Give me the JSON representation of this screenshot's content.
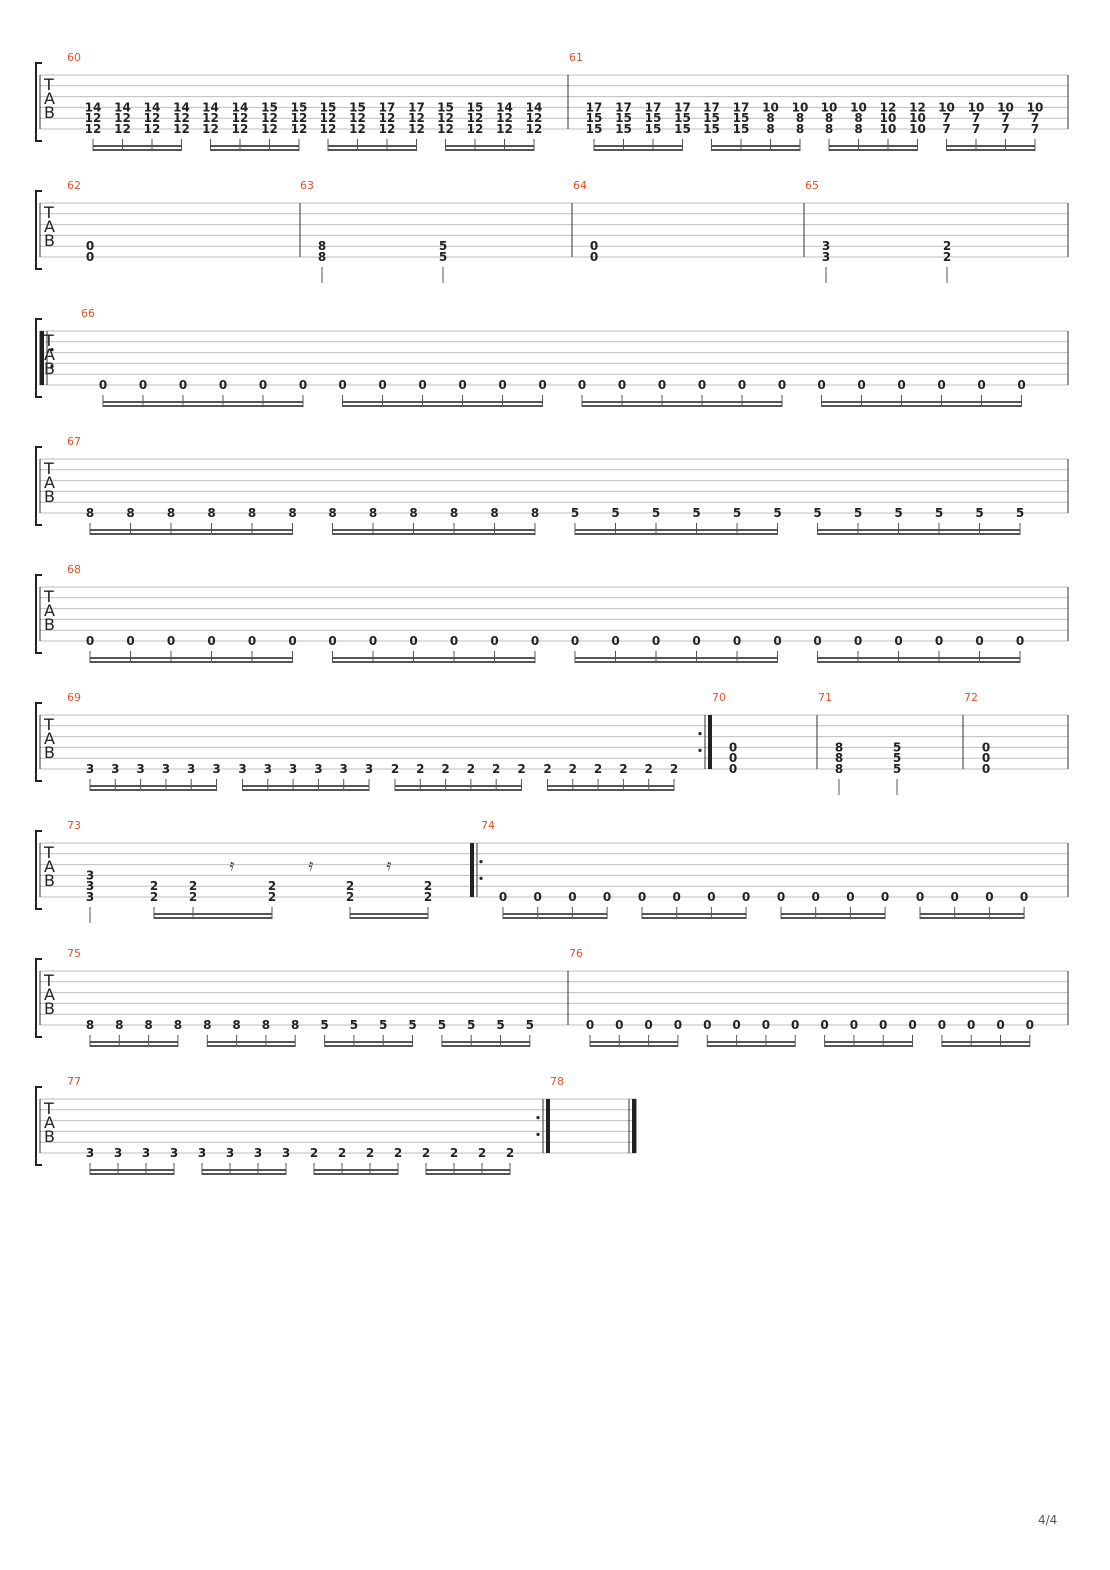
{
  "page": {
    "number_label": "4/4"
  },
  "clef": [
    "T",
    "A",
    "B"
  ],
  "systems": [
    {
      "measures": [
        {
          "number": "60",
          "groups": [
            [
              [
                "14",
                "12",
                "12"
              ],
              [
                "14",
                "12",
                "12"
              ],
              [
                "14",
                "12",
                "12"
              ],
              [
                "14",
                "12",
                "12"
              ]
            ],
            [
              [
                "14",
                "12",
                "12"
              ],
              [
                "14",
                "12",
                "12"
              ],
              [
                "15",
                "12",
                "12"
              ],
              [
                "15",
                "12",
                "12"
              ]
            ],
            [
              [
                "15",
                "12",
                "12"
              ],
              [
                "15",
                "12",
                "12"
              ],
              [
                "17",
                "12",
                "12"
              ],
              [
                "17",
                "12",
                "12"
              ]
            ],
            [
              [
                "15",
                "12",
                "12"
              ],
              [
                "15",
                "12",
                "12"
              ],
              [
                "14",
                "12",
                "12"
              ],
              [
                "14",
                "12",
                "12"
              ]
            ]
          ]
        },
        {
          "number": "61",
          "groups": [
            [
              [
                "17",
                "15",
                "15"
              ],
              [
                "17",
                "15",
                "15"
              ],
              [
                "17",
                "15",
                "15"
              ],
              [
                "17",
                "15",
                "15"
              ]
            ],
            [
              [
                "17",
                "15",
                "15"
              ],
              [
                "17",
                "15",
                "15"
              ],
              [
                "10",
                "8",
                "8"
              ],
              [
                "10",
                "8",
                "8"
              ]
            ],
            [
              [
                "10",
                "8",
                "8"
              ],
              [
                "10",
                "8",
                "8"
              ],
              [
                "12",
                "10",
                "10"
              ],
              [
                "12",
                "10",
                "10"
              ]
            ],
            [
              [
                "10",
                "7",
                "7"
              ],
              [
                "10",
                "7",
                "7"
              ],
              [
                "10",
                "7",
                "7"
              ],
              [
                "10",
                "7",
                "7"
              ]
            ]
          ]
        }
      ]
    },
    {
      "measures": [
        {
          "number": "62",
          "notes": [
            [
              "",
              "",
              "",
              "",
              "0",
              "0"
            ]
          ]
        },
        {
          "number": "63",
          "notes": [
            [
              "",
              "",
              "",
              "",
              "8",
              "8"
            ],
            [
              "",
              "",
              "",
              "",
              "5",
              "5"
            ]
          ]
        },
        {
          "number": "64",
          "notes": [
            [
              "",
              "",
              "",
              "",
              "0",
              "0"
            ]
          ]
        },
        {
          "number": "65",
          "notes": [
            [
              "",
              "",
              "",
              "",
              "3",
              "3"
            ],
            [
              "",
              "",
              "",
              "",
              "2",
              "2"
            ]
          ]
        }
      ]
    },
    {
      "repeat_start": true,
      "measures": [
        {
          "number": "66",
          "groups": [
            [
              "0",
              "0",
              "0",
              "0",
              "0",
              "0"
            ],
            [
              "0",
              "0",
              "0",
              "0",
              "0",
              "0"
            ],
            [
              "0",
              "0",
              "0",
              "0",
              "0",
              "0"
            ],
            [
              "0",
              "0",
              "0",
              "0",
              "0",
              "0"
            ]
          ]
        }
      ]
    },
    {
      "measures": [
        {
          "number": "67",
          "groups": [
            [
              "8",
              "8",
              "8",
              "8",
              "8",
              "8"
            ],
            [
              "8",
              "8",
              "8",
              "8",
              "8",
              "8"
            ],
            [
              "5",
              "5",
              "5",
              "5",
              "5",
              "5"
            ],
            [
              "5",
              "5",
              "5",
              "5",
              "5",
              "5"
            ]
          ]
        }
      ]
    },
    {
      "measures": [
        {
          "number": "68",
          "groups": [
            [
              "0",
              "0",
              "0",
              "0",
              "0",
              "0"
            ],
            [
              "0",
              "0",
              "0",
              "0",
              "0",
              "0"
            ],
            [
              "0",
              "0",
              "0",
              "0",
              "0",
              "0"
            ],
            [
              "0",
              "0",
              "0",
              "0",
              "0",
              "0"
            ]
          ]
        }
      ]
    },
    {
      "measures": [
        {
          "number": "69",
          "groups": [
            [
              "3",
              "3",
              "3",
              "3",
              "3",
              "3"
            ],
            [
              "3",
              "3",
              "3",
              "3",
              "3",
              "3"
            ],
            [
              "2",
              "2",
              "2",
              "2",
              "2",
              "2"
            ],
            [
              "2",
              "2",
              "2",
              "2",
              "2",
              "2"
            ]
          ]
        },
        {
          "number": "70",
          "chord": [
            "0",
            "0",
            "0"
          ]
        },
        {
          "number": "71",
          "chords": [
            [
              "8",
              "8",
              "8"
            ],
            [
              "5",
              "5",
              "5"
            ]
          ]
        },
        {
          "number": "72",
          "chord": [
            "0",
            "0",
            "0"
          ]
        }
      ]
    },
    {
      "measures": [
        {
          "number": "73",
          "chord": [
            "3",
            "3",
            "3"
          ],
          "pairs": [
            [
              "2",
              "2"
            ],
            [
              "2",
              "2"
            ],
            [
              "2",
              "2"
            ],
            [
              "2",
              "2"
            ],
            [
              "2",
              "2"
            ]
          ]
        },
        {
          "number": "74",
          "groups": [
            [
              "0",
              "0",
              "0",
              "0"
            ],
            [
              "0",
              "0",
              "0",
              "0"
            ],
            [
              "0",
              "0",
              "0",
              "0"
            ],
            [
              "0",
              "0",
              "0",
              "0"
            ]
          ]
        }
      ]
    },
    {
      "measures": [
        {
          "number": "75",
          "groups": [
            [
              "8",
              "8",
              "8",
              "8"
            ],
            [
              "8",
              "8",
              "8",
              "8"
            ],
            [
              "5",
              "5",
              "5",
              "5"
            ],
            [
              "5",
              "5",
              "5",
              "5"
            ]
          ]
        },
        {
          "number": "76",
          "groups": [
            [
              "0",
              "0",
              "0",
              "0"
            ],
            [
              "0",
              "0",
              "0",
              "0"
            ],
            [
              "0",
              "0",
              "0",
              "0"
            ],
            [
              "0",
              "0",
              "0",
              "0"
            ]
          ]
        }
      ]
    },
    {
      "measures": [
        {
          "number": "77",
          "groups": [
            [
              "3",
              "3",
              "3",
              "3"
            ],
            [
              "3",
              "3",
              "3",
              "3"
            ],
            [
              "2",
              "2",
              "2",
              "2"
            ],
            [
              "2",
              "2",
              "2",
              "2"
            ]
          ]
        },
        {
          "number": "78"
        }
      ]
    }
  ]
}
